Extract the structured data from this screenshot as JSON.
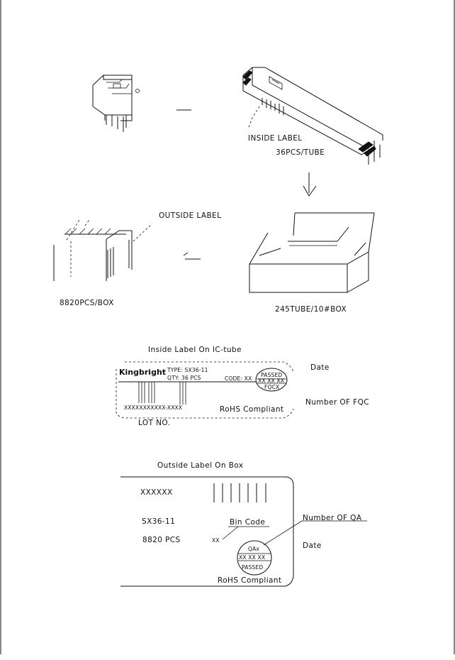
{
  "step1": {
    "inside_label": "INSIDE  LABEL",
    "tube_qty": "36PCS/TUBE"
  },
  "step2": {
    "outside_label": "OUTSIDE  LABEL",
    "box_qty": "8820PCS/BOX",
    "tube_box": "245TUBE/10#BOX"
  },
  "inside_label_detail": {
    "title": "Inside  Label  On  IC-tube",
    "brand": "Kingbright",
    "type_line": "TYPE:  SX36-11",
    "qty_line": "QTY:  36  PCS",
    "code_line": "CODE:  XX",
    "passed": "PASSED",
    "date_marks": "XX  XX  XX",
    "fqc": "FQCX",
    "lot_code": "XXXXXXXXXXX-XXXX",
    "rohs": "RoHS  Compliant",
    "date_callout": "Date",
    "fqc_callout": "Number  OF  FQC",
    "lot_callout": "LOT  NO."
  },
  "outside_label_detail": {
    "title": "Outside  Label  On  Box",
    "code": "XXXXXX",
    "part": "SX36-11",
    "qty": "8820    PCS",
    "bin_value": "XX",
    "bin_label": "Bin  Code",
    "qa": "QAx",
    "date_marks": "XX  XX  XX",
    "passed": "PASSED",
    "rohs": "RoHS  Compliant",
    "qa_callout": "Number  OF  QA",
    "date_callout": "Date"
  }
}
